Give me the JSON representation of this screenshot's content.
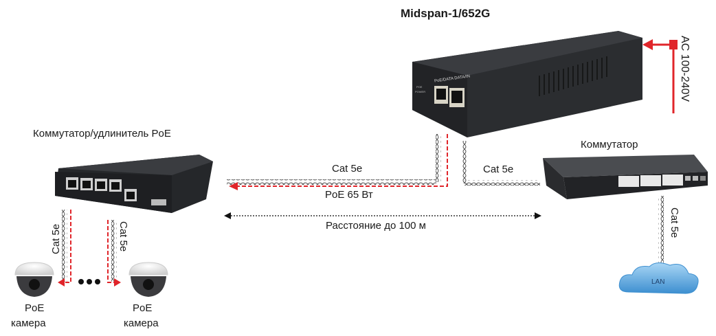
{
  "midspan": {
    "title": "Midspan-1/652G",
    "port_label": "PoE/DATA DATA/IN",
    "led_labels": [
      "POE",
      "POWER"
    ],
    "power_input": "AC 100-240V"
  },
  "poe_switch": {
    "title": "Коммутатор/удлинитель PoE"
  },
  "switch": {
    "title": "Коммутатор"
  },
  "cables": {
    "midspan_to_poe_switch": "Cat 5e",
    "switch_to_midspan": "Cat 5e",
    "switch_to_lan": "Cat 5e",
    "camera_left": "Cat 5e",
    "camera_right": "Cat 5e"
  },
  "power_label": "PoE 65 Вт",
  "distance_label": "Расстояние до 100 м",
  "cameras": [
    {
      "line1": "PoE",
      "line2": "камера"
    },
    {
      "line1": "PoE",
      "line2": "камера"
    }
  ],
  "lan": {
    "label": "LAN"
  },
  "colors": {
    "power_red": "#e0252a",
    "device_dark": "#2b2d30",
    "lan_blue": "#4f9ed8"
  }
}
